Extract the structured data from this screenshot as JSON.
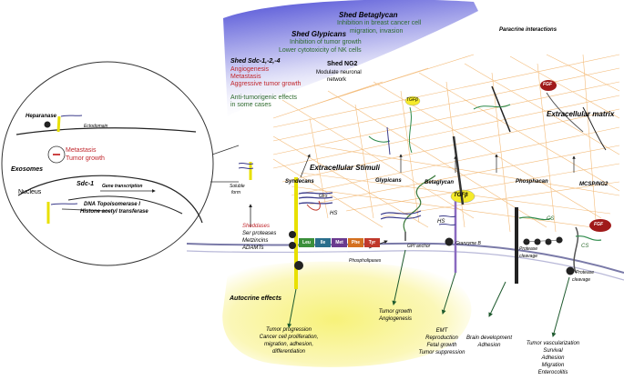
{
  "shed": {
    "betaglycan_title": "Shed Betaglycan",
    "betaglycan_lines": [
      "Inhibition in breast cancer cell",
      "migration, invasion"
    ],
    "glypicans_title": "Shed Glypicans",
    "glypicans_lines": [
      "Inhibition of tumor growth",
      "Lower cytotoxicity of NK cells"
    ],
    "sdc_title": "Shed Sdc-1,-2,-4",
    "sdc_lines": [
      "Angiogenesis",
      "Metastasis",
      "Aggressive tumor growth"
    ],
    "sdc_extra": [
      "Anti-tumorigenic effects",
      "in some cases"
    ],
    "ng2_title": "Shed NG2",
    "ng2_lines": [
      "Modulate neuronal",
      "network"
    ]
  },
  "labels": {
    "paracrine": "Paracrine interactions",
    "ecm": "Extracellular matrix",
    "stimuli": "Extracellular Stimuli",
    "autocrine": "Autocrine effects",
    "soluble": [
      "Soluble",
      "form"
    ],
    "phospholipases": "Phospholipases",
    "gpi": "GPI anchor",
    "granzyme": "Granzyme B",
    "protease1": [
      "Protease",
      "cleavage"
    ],
    "protease2": [
      "Protease",
      "cleavage"
    ],
    "hs": "HS",
    "cs": "CS",
    "gfs": "GFs",
    "tgf": "TGFβ",
    "fgf": "FGF"
  },
  "sheddases": [
    "Sheddases",
    "Ser proteases",
    "Metzincins",
    "ADAMTs"
  ],
  "amino_acids": [
    {
      "label": "Leu",
      "color": "#3a8f3a"
    },
    {
      "label": "Ile",
      "color": "#2a6e8c"
    },
    {
      "label": "Met",
      "color": "#6a3a8f"
    },
    {
      "label": "Phe",
      "color": "#d4701f"
    },
    {
      "label": "Tyr",
      "color": "#c0392b"
    }
  ],
  "proteoglycans": {
    "syndecans": "Syndecans",
    "glypicans": "Glypicans",
    "betaglycan": "Betaglycan",
    "phosphacan": "Phosphacan",
    "mcsp": "MCSP/NG2"
  },
  "effects": {
    "syndecans": [
      "Tumor progression",
      "Cancer cell proliferation,",
      "migration, adhesion,",
      "differentiation"
    ],
    "glypicans": [
      "Tumor growth",
      "Angiogenesis"
    ],
    "betaglycan": [
      "EMT",
      "Reproduction",
      "Fetal growth",
      "Tumor suppression"
    ],
    "phosphacan": [
      "Brain development",
      "Adhesion"
    ],
    "mcsp": [
      "Tumor vascularization",
      "Survival",
      "Adhesion",
      "Migration",
      "Enterocolitis"
    ]
  },
  "inset": {
    "heparanase": "Heparanase",
    "ectodomain": "Ectodomain",
    "metastasis": "Metastasis",
    "tumor_growth": "Tumor growth",
    "exosomes": "Exosomes",
    "nucleus": "Nucleus",
    "sdc1": "Sdc-1",
    "gene_transcription": "Gene transcription",
    "dna_topo": "DNA Topoisomerase I",
    "histone": "Histone acetyl transferase"
  }
}
